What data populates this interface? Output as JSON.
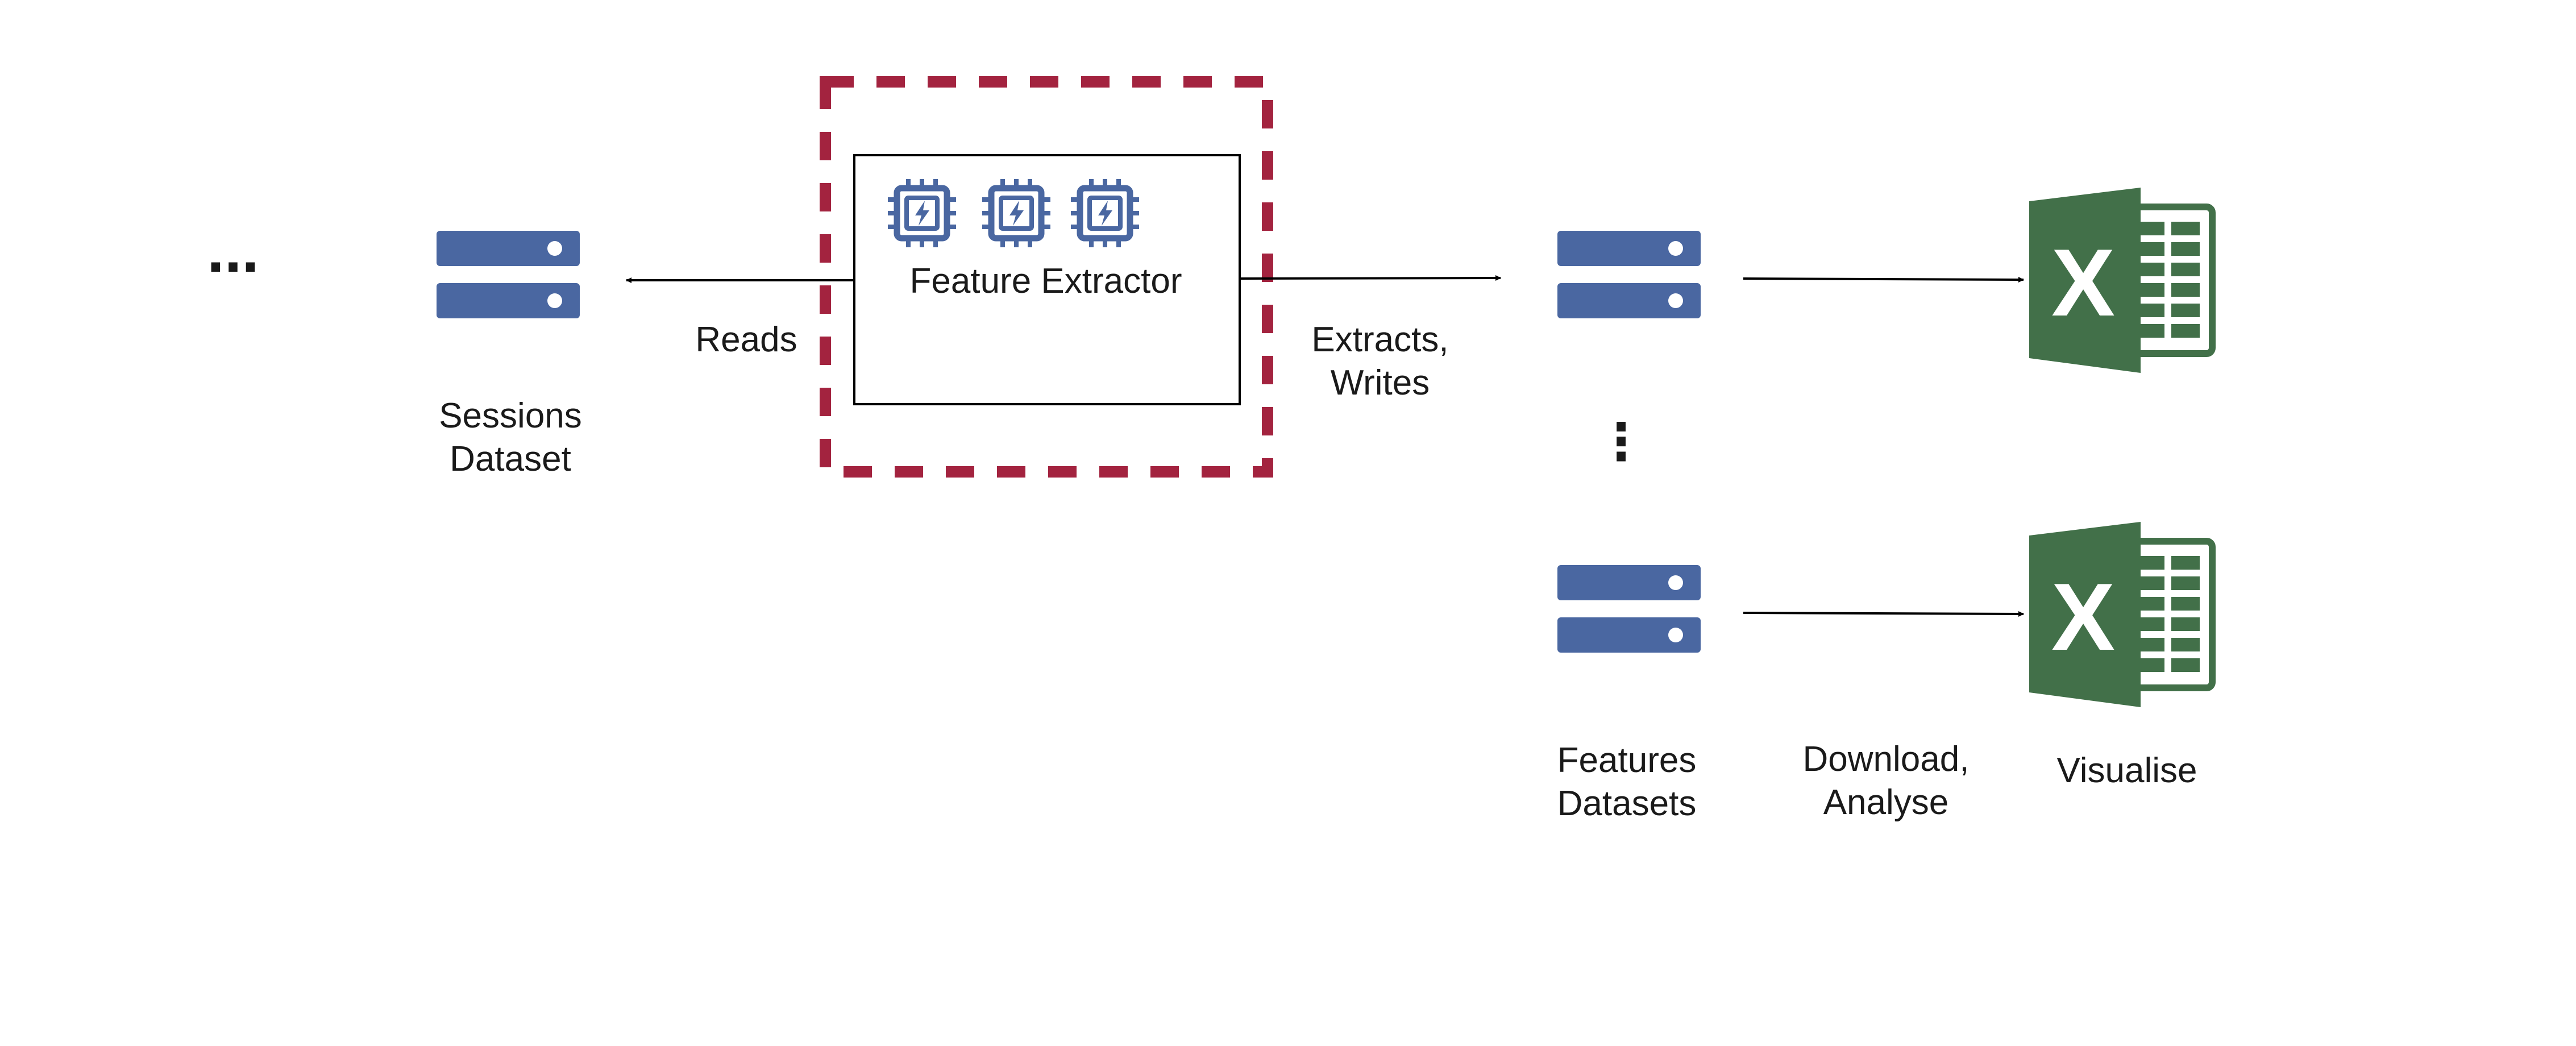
{
  "diagram": {
    "leading_ellipsis": "...",
    "sessions_dataset": {
      "line1": "Sessions",
      "line2": "Dataset"
    },
    "feature_extractor": {
      "title": "Feature Extractor"
    },
    "edge_reads": "Reads",
    "edge_extracts": {
      "line1": "Extracts,",
      "line2": "Writes"
    },
    "datasets_ellipsis": "⋮",
    "features_datasets": {
      "line1": "Features",
      "line2": "Datasets"
    },
    "edge_download": {
      "line1": "Download,",
      "line2": "Analyse"
    },
    "visualise": "Visualise",
    "excel_letter": "X"
  },
  "colors": {
    "server_blue": "#4a67a1",
    "chip_blue": "#4a67a1",
    "dashed_border": "#a3233f",
    "excel_green": "#427049",
    "text": "#1a1a1a",
    "line": "#000000"
  },
  "icons": {
    "server": "database-server-icon",
    "chip": "cpu-chip-icon",
    "excel": "excel-spreadsheet-icon"
  }
}
